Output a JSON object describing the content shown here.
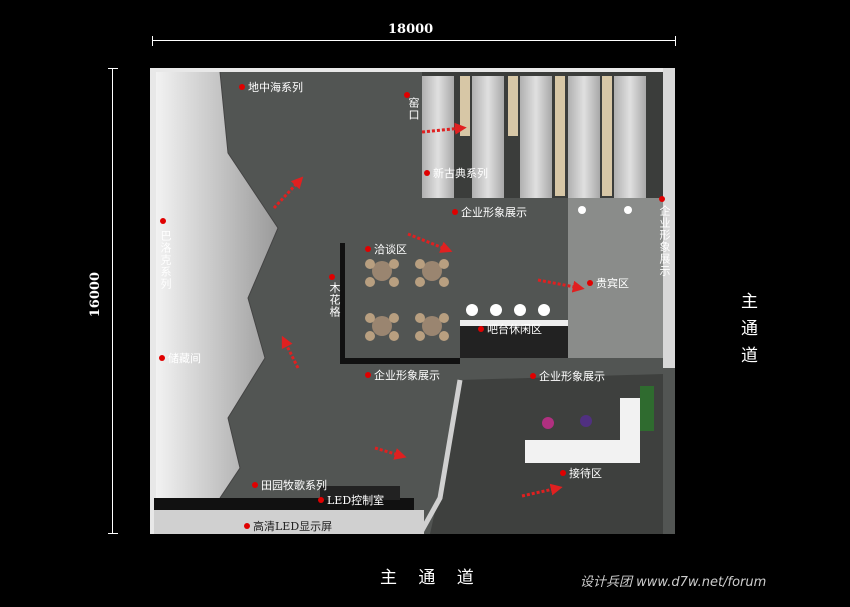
{
  "dimensions": {
    "width": "18000",
    "height": "16000"
  },
  "roads": {
    "right": "主通道",
    "bottom": "主 通 道"
  },
  "labels": {
    "mediterranean": "地中海系列",
    "kiln_mouth": "窑口",
    "new_classic": "新古典系列",
    "corporate_top": "企业形象展示",
    "baroque": "巴洛克系列",
    "negotiation": "洽谈区",
    "lattice": "木花格",
    "vip": "贵宾区",
    "corporate_right": "企业形象展示",
    "bar_lounge": "吧台休闲区",
    "storage": "储藏间",
    "corporate_middle": "企业形象展示",
    "corporate_lower": "企业形象展示",
    "reception": "接待区",
    "pastoral": "田园牧歌系列",
    "led_control": "LED控制室",
    "hd_led": "高清LED显示屏"
  },
  "watermark": "设计兵团 www.d7w.net/forum",
  "colors": {
    "background": "#000000",
    "floor": "#505250",
    "wall": "#d9d9d9",
    "marker": "#e00000",
    "arrow": "#e02020"
  }
}
